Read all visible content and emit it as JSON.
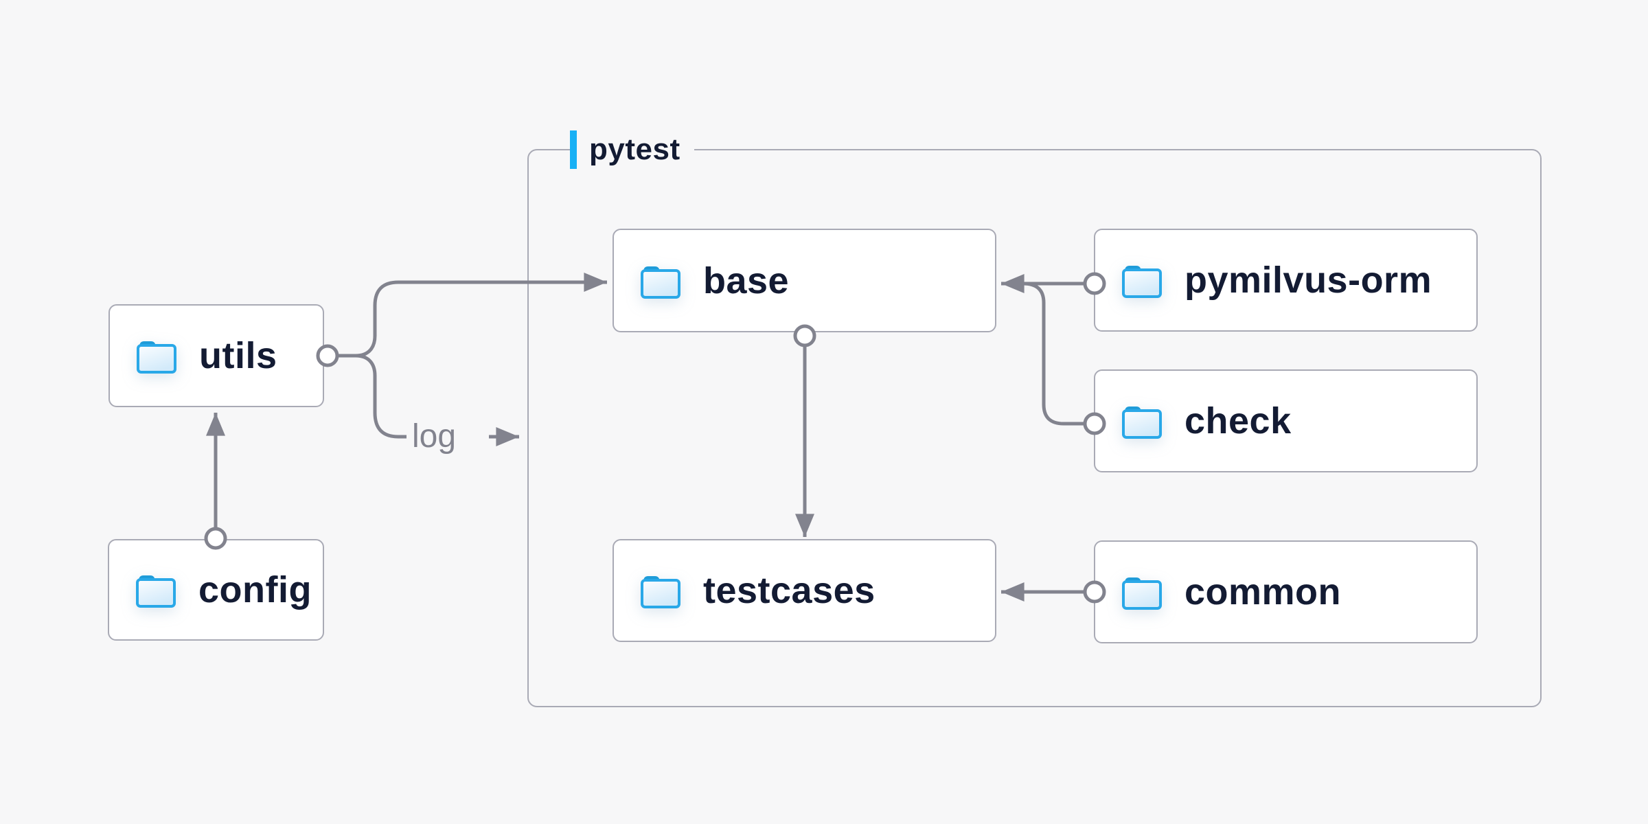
{
  "colors": {
    "background": "#f7f7f8",
    "accent_blue": "#18b0f5",
    "line_gray": "#82838e",
    "box_border": "#a9aab5",
    "text_dark": "#131b33",
    "folder_border": "#29a8e8",
    "folder_tab": "#1f9cd9",
    "folder_fill_light": "#fbfdff",
    "folder_fill_dark": "#d2eafa"
  },
  "group": {
    "label": "pytest"
  },
  "nodes": {
    "utils": {
      "label": "utils"
    },
    "config": {
      "label": "config"
    },
    "base": {
      "label": "base"
    },
    "pymilvus-orm": {
      "label": "pymilvus-orm"
    },
    "check": {
      "label": "check"
    },
    "testcases": {
      "label": "testcases"
    },
    "common": {
      "label": "common"
    }
  },
  "edges": {
    "log_label": "log",
    "relations": [
      {
        "from": "utils",
        "to": "base"
      },
      {
        "from": "utils",
        "to": "log"
      },
      {
        "from": "config",
        "to": "utils"
      },
      {
        "from": "pymilvus-orm",
        "to": "base"
      },
      {
        "from": "check",
        "to": "base"
      },
      {
        "from": "base",
        "to": "testcases"
      },
      {
        "from": "common",
        "to": "testcases"
      }
    ]
  }
}
